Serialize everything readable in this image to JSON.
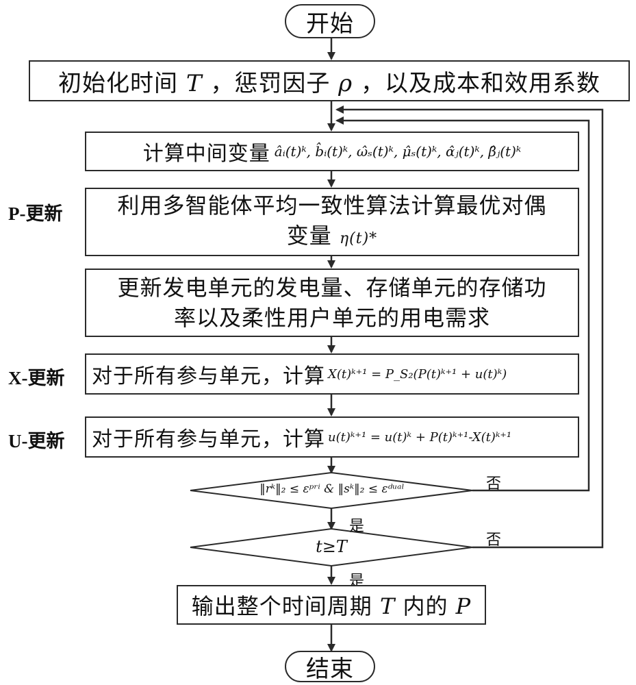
{
  "start": "开始",
  "end": "结束",
  "init": {
    "text_a": "初始化时间",
    "var_T": "T",
    "text_b": "，惩罚因子",
    "var_rho": "ρ",
    "text_c": "，以及成本和效用系数"
  },
  "compute": {
    "label": "计算中间变量",
    "formula": "âᵢ(t)ᵏ, b̂ᵢ(t)ᵏ, ω̂ₛ(t)ᵏ, μ̂ₛ(t)ᵏ, α̂ⱼ(t)ᵏ, β̂ⱼ(t)ᵏ"
  },
  "p_update": {
    "side": "P-更新",
    "line1": "利用多智能体平均一致性算法计算最优对偶",
    "line2_text": "变量",
    "line2_formula": "η(t)*"
  },
  "update_units": {
    "line1": "更新发电单元的发电量、存储单元的存储功",
    "line2": "率以及柔性用户单元的用电需求"
  },
  "x_update": {
    "side": "X-更新",
    "text": "对于所有参与单元，计算",
    "formula": "X(t)ᵏ⁺¹ = P_S₂(P(t)ᵏ⁺¹ + u(t)ᵏ)"
  },
  "u_update": {
    "side": "U-更新",
    "text": "对于所有参与单元，计算",
    "formula": "u(t)ᵏ⁺¹ = u(t)ᵏ + P(t)ᵏ⁺¹-X(t)ᵏ⁺¹"
  },
  "cond1": {
    "formula": "‖rᵏ‖₂ ≤ εᵖʳⁱ & ‖sᵏ‖₂ ≤ εᵈᵘᵃˡ",
    "no": "否",
    "yes": "是"
  },
  "cond2": {
    "formula": "t≥T",
    "no": "否",
    "yes": "是"
  },
  "output": {
    "text": "输出整个时间周期",
    "var_T": "T",
    "text2": "内的",
    "var_P": "P"
  }
}
